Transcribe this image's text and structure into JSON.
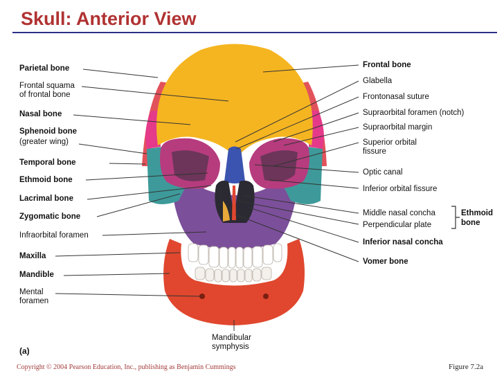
{
  "title": "Skull: Anterior View",
  "labels_left": {
    "parietal_bone": "Parietal bone",
    "frontal_squama": "Frontal  squama\nof frontal bone",
    "nasal_bone": "Nasal bone",
    "sphenoid_bone": "Sphenoid bone",
    "sphenoid_sub": "(greater wing)",
    "temporal_bone": "Temporal bone",
    "ethmoid_bone": "Ethmoid bone",
    "lacrimal_bone": "Lacrimal bone",
    "zygomatic_bone": "Zygomatic bone",
    "infraorbital_foramen": "Infraorbital foramen",
    "maxilla": "Maxilla",
    "mandible": "Mandible",
    "mental_foramen": "Mental\nforamen"
  },
  "labels_right": {
    "frontal_bone": "Frontal bone",
    "glabella": "Glabella",
    "frontonasal_suture": "Frontonasal suture",
    "supraorbital_foramen": "Supraorbital foramen (notch)",
    "supraorbital_margin": "Supraorbital margin",
    "superior_orbital_fissure": "Superior orbital\nfissure",
    "optic_canal": "Optic canal",
    "inferior_orbital_fissure": "Inferior orbital fissure",
    "middle_nasal_concha": "Middle nasal concha",
    "perpendicular_plate": "Perpendicular plate",
    "ethmoid_group": "Ethmoid\nbone",
    "inferior_nasal_concha": "Inferior nasal concha",
    "vomer_bone": "Vomer bone"
  },
  "label_bottom": {
    "mandibular_symphysis": "Mandibular\nsymphysis"
  },
  "panel_letter": "(a)",
  "copyright": "Copyright © 2004 Pearson Education, Inc., publishing as Benjamin Cummings",
  "figure": "Figure 7.2a",
  "colors": {
    "title": "#b03232",
    "rule": "#2b2f86",
    "frontal": "#f5b520",
    "parietal": "#e2525a",
    "sphenoid": "#e53a8a",
    "temporal": "#3e9a9a",
    "zygomatic": "#3e9a9a",
    "maxilla": "#7c4f9a",
    "mandible": "#e0472e",
    "nasal": "#3b54b0",
    "ethmoid": "#e8a93a",
    "teeth": "#ffffff",
    "copyright": "#a33a3a"
  }
}
